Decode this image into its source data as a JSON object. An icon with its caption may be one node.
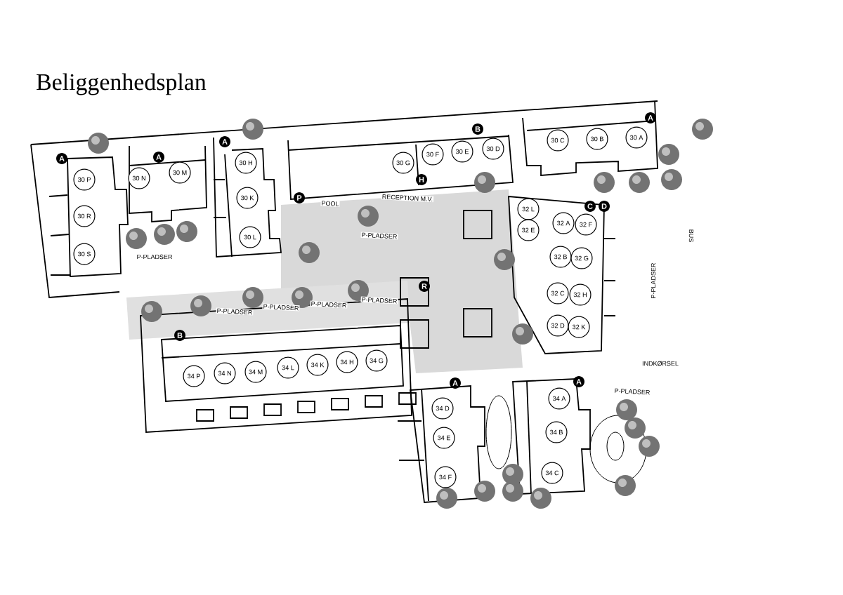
{
  "diagram": {
    "title": "Beliggenhedsplan",
    "nodes": [
      {
        "text": [
          "A"
        ]
      },
      {
        "text": [
          "30 P"
        ]
      },
      {
        "text": [
          "30 R"
        ]
      },
      {
        "text": [
          "30 S"
        ]
      },
      {
        "text": [
          "A"
        ]
      },
      {
        "text": [
          "30 N"
        ]
      },
      {
        "text": [
          "30 M"
        ]
      },
      {
        "text": [
          "A"
        ]
      },
      {
        "text": [
          "30 H"
        ]
      },
      {
        "text": [
          "30 K"
        ]
      },
      {
        "text": [
          "30 L"
        ]
      },
      {
        "text": [
          "P"
        ]
      },
      {
        "text": [
          "30 G"
        ]
      },
      {
        "text": [
          "H"
        ]
      },
      {
        "text": [
          "30 F"
        ]
      },
      {
        "text": [
          "30 E"
        ]
      },
      {
        "text": [
          "B"
        ]
      },
      {
        "text": [
          "30 D"
        ]
      },
      {
        "text": [
          "30 C"
        ]
      },
      {
        "text": [
          "30 B"
        ]
      },
      {
        "text": [
          "A"
        ]
      },
      {
        "text": [
          "30 A"
        ]
      },
      {
        "text": [
          "C"
        ]
      },
      {
        "text": [
          "D"
        ]
      },
      {
        "text": [
          "32 L"
        ]
      },
      {
        "text": [
          "32 E"
        ]
      },
      {
        "text": [
          "32 A"
        ]
      },
      {
        "text": [
          "32 F"
        ]
      },
      {
        "text": [
          "32 B"
        ]
      },
      {
        "text": [
          "32 G"
        ]
      },
      {
        "text": [
          "32 C"
        ]
      },
      {
        "text": [
          "32 H"
        ]
      },
      {
        "text": [
          "32 D"
        ]
      },
      {
        "text": [
          "32 K"
        ]
      },
      {
        "text": [
          "R"
        ]
      },
      {
        "text": [
          "B"
        ]
      },
      {
        "text": [
          "34 P"
        ]
      },
      {
        "text": [
          "34 N"
        ]
      },
      {
        "text": [
          "34 M"
        ]
      },
      {
        "text": [
          "34 L"
        ]
      },
      {
        "text": [
          "34 K"
        ]
      },
      {
        "text": [
          "34 H"
        ]
      },
      {
        "text": [
          "34 G"
        ]
      },
      {
        "text": [
          "A"
        ]
      },
      {
        "text": [
          "34 D"
        ]
      },
      {
        "text": [
          "34 E"
        ]
      },
      {
        "text": [
          "34 F"
        ]
      },
      {
        "text": [
          "A"
        ]
      },
      {
        "text": [
          "34 A"
        ]
      },
      {
        "text": [
          "34 B"
        ]
      },
      {
        "text": [
          "34 C"
        ]
      }
    ],
    "labels": [
      "P-PLADSER",
      "POOL",
      "RECEPTION M.V.",
      "P-PLADSER",
      "BUS",
      "P-PLADSER",
      "P-PLADSER",
      "P-PLADSER",
      "P-PLADSER",
      "P-PLADSER",
      "INDKØRSEL",
      "P-PLADSER"
    ]
  }
}
